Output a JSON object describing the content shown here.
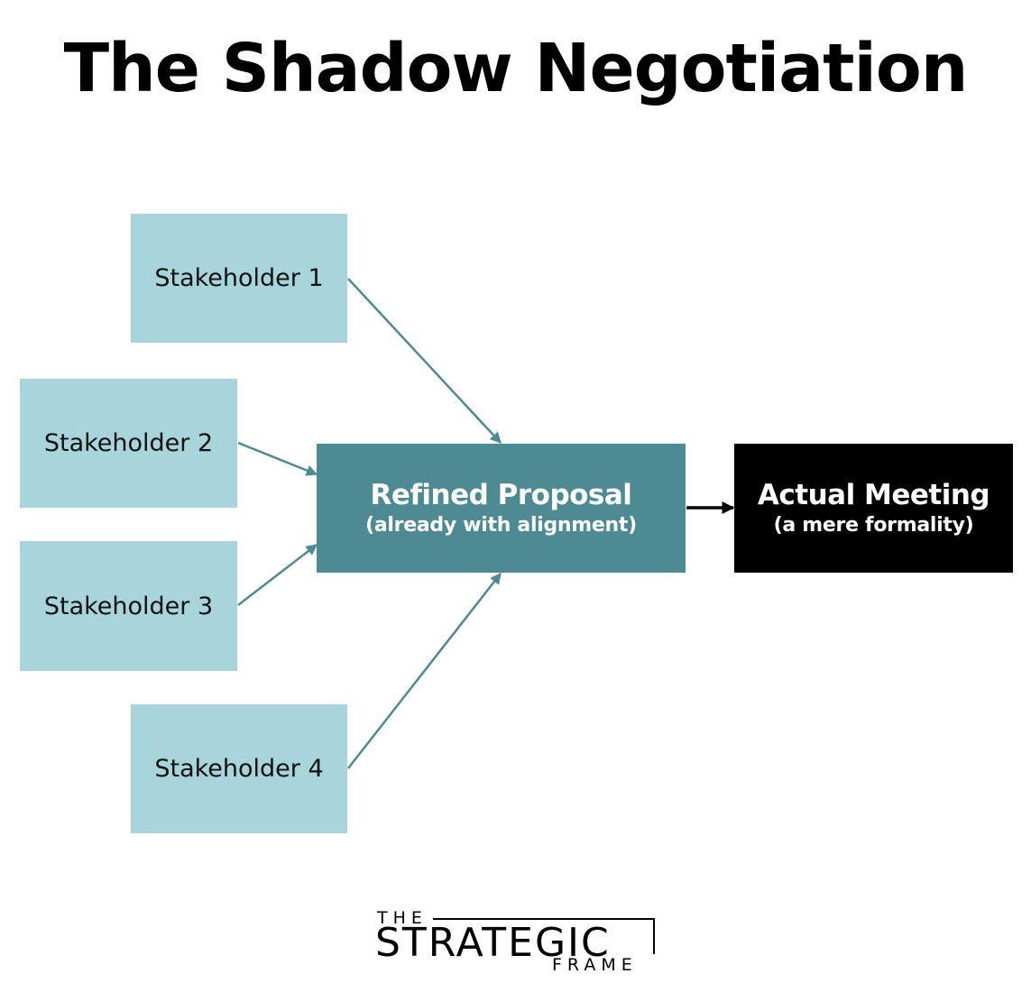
{
  "title": "The Shadow Negotiation",
  "stakeholders": [
    {
      "label": "Stakeholder 1"
    },
    {
      "label": "Stakeholder 2"
    },
    {
      "label": "Stakeholder 3"
    },
    {
      "label": "Stakeholder 4"
    }
  ],
  "proposal": {
    "title": "Refined Proposal",
    "subtitle": "(already with alignment)"
  },
  "meeting": {
    "title": "Actual Meeting",
    "subtitle": "(a mere formality)"
  },
  "logo": {
    "top": "THE",
    "main": "STRATEGIC",
    "bottom": "FRAME"
  },
  "colors": {
    "stakeholder_fill": "#a7d5db",
    "proposal_fill": "#4e8a93",
    "meeting_fill": "#000000",
    "connector": "#4e8a93",
    "arrow_to_meeting": "#000000"
  }
}
